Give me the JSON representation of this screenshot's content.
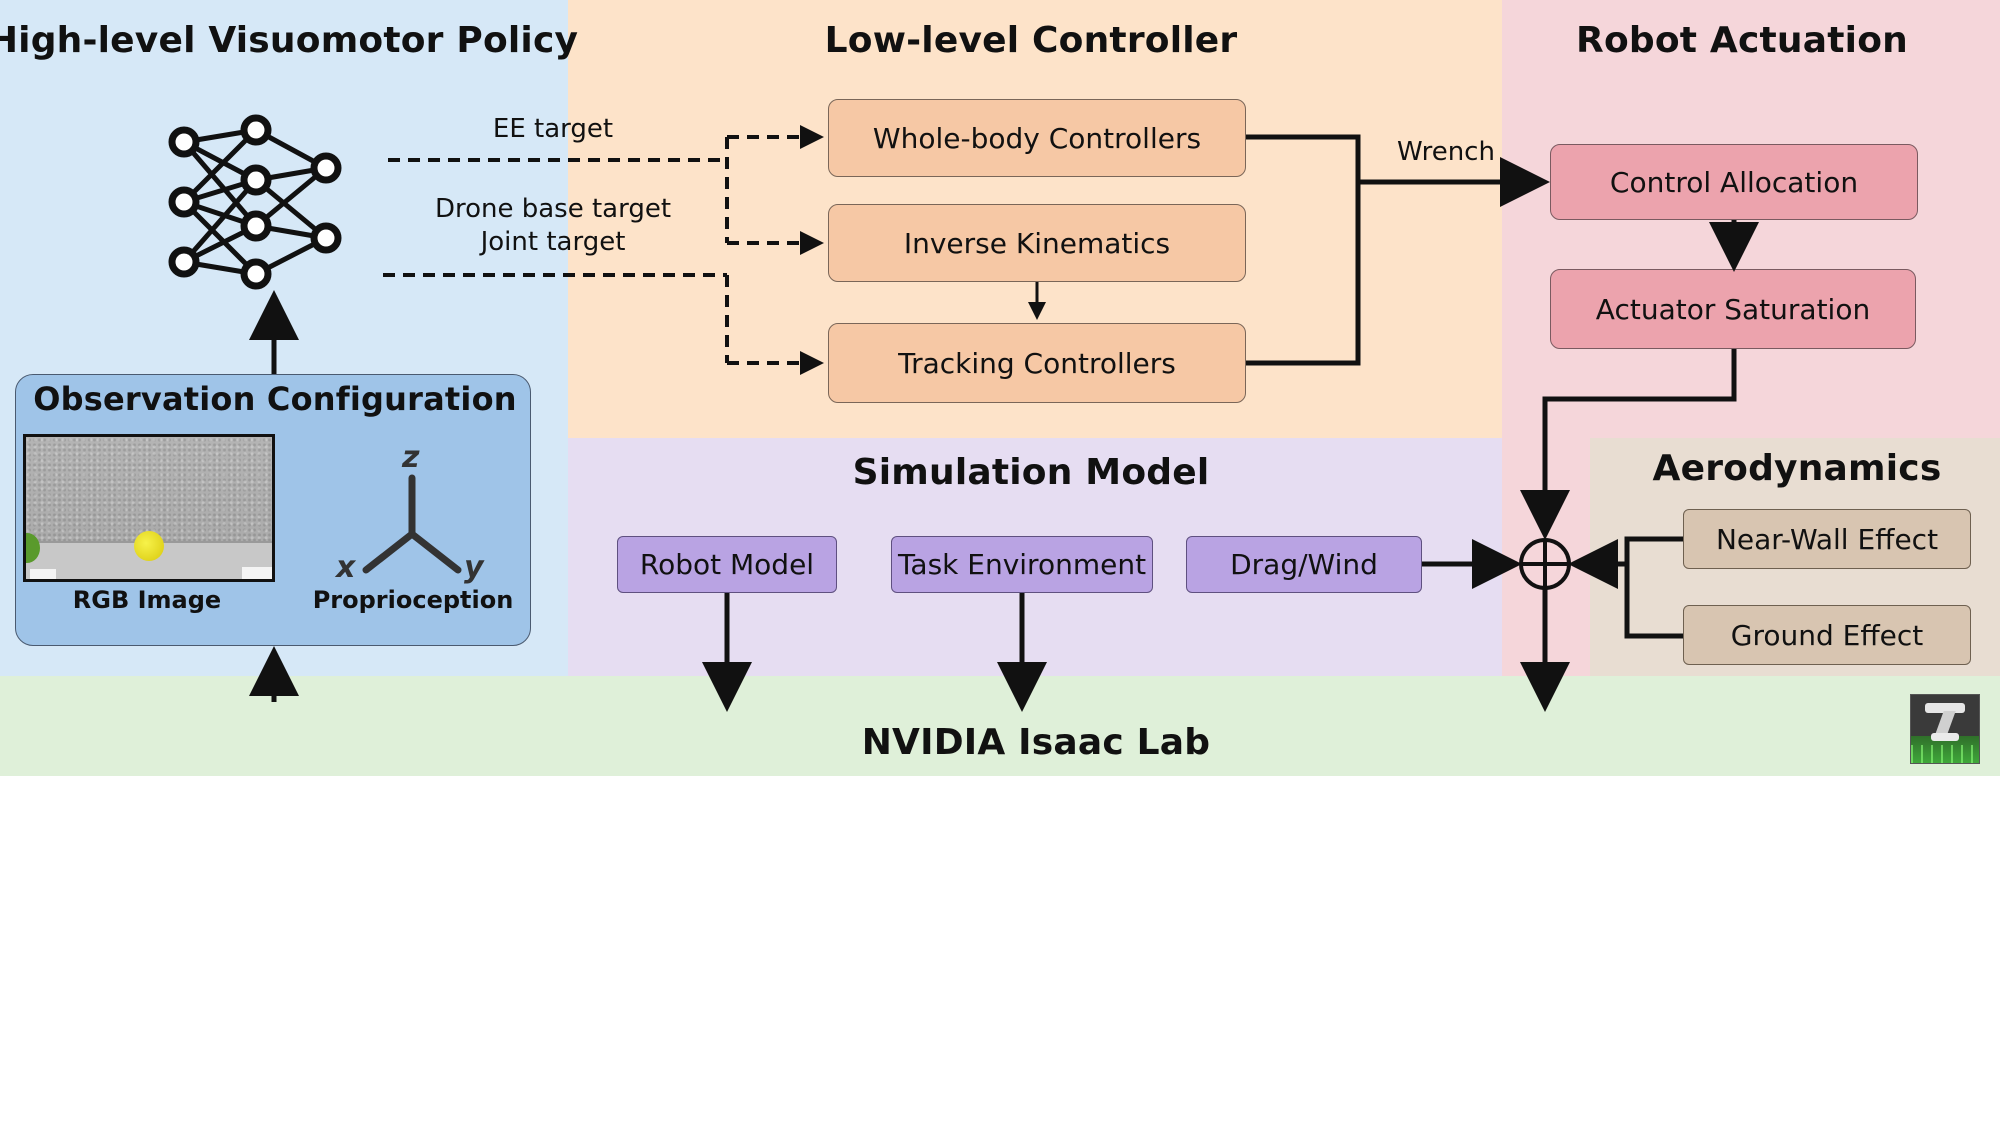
{
  "sections": {
    "policy": {
      "title": "High-level Visuomotor Policy"
    },
    "controller": {
      "title": "Low-level Controller"
    },
    "actuation": {
      "title": "Robot Actuation"
    },
    "simulation": {
      "title": "Simulation Model"
    },
    "aero": {
      "title": "Aerodynamics"
    },
    "isaac": {
      "title": "NVIDIA Isaac Lab"
    }
  },
  "observation": {
    "title": "Observation Configuration",
    "rgb_caption": "RGB Image",
    "proprio_caption": "Proprioception",
    "axes": {
      "x": "x",
      "y": "y",
      "z": "z"
    }
  },
  "targets": {
    "ee": "EE target",
    "drone_base": "Drone base target",
    "joint": "Joint target"
  },
  "controller_boxes": {
    "whole_body": "Whole-body Controllers",
    "inverse_kinematics": "Inverse Kinematics",
    "tracking": "Tracking Controllers"
  },
  "wrench_label": "Wrench",
  "actuation_boxes": {
    "control_allocation": "Control Allocation",
    "actuator_saturation": "Actuator Saturation"
  },
  "simulation_boxes": {
    "robot_model": "Robot Model",
    "task_environment": "Task Environment",
    "drag_wind": "Drag/Wind"
  },
  "aero_boxes": {
    "near_wall": "Near-Wall Effect",
    "ground": "Ground Effect"
  },
  "colors": {
    "policy_bg": "#d6e8f7",
    "controller_bg": "#fde3c9",
    "actuation_bg": "#f5d6da",
    "simulation_bg": "#e6ddf2",
    "aero_bg": "#e8ddd2",
    "isaac_bg": "#dff0d9",
    "obs_box": "#9fc4e8"
  }
}
